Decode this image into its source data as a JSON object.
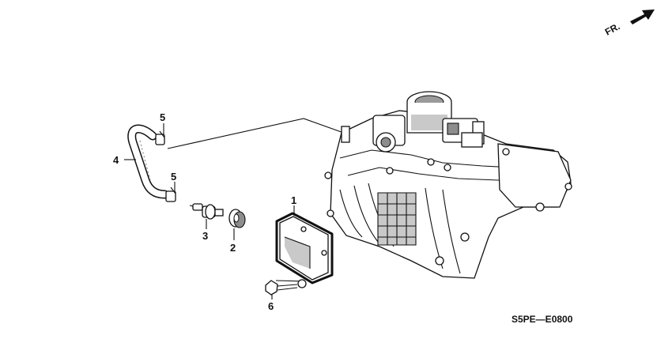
{
  "diagram": {
    "callouts": [
      {
        "id": "1"
      },
      {
        "id": "2"
      },
      {
        "id": "3"
      },
      {
        "id": "4"
      },
      {
        "id": "5"
      },
      {
        "id": "5"
      },
      {
        "id": "6"
      }
    ],
    "direction_marker": "FR.",
    "diagram_code": "S5PE—E0800"
  }
}
